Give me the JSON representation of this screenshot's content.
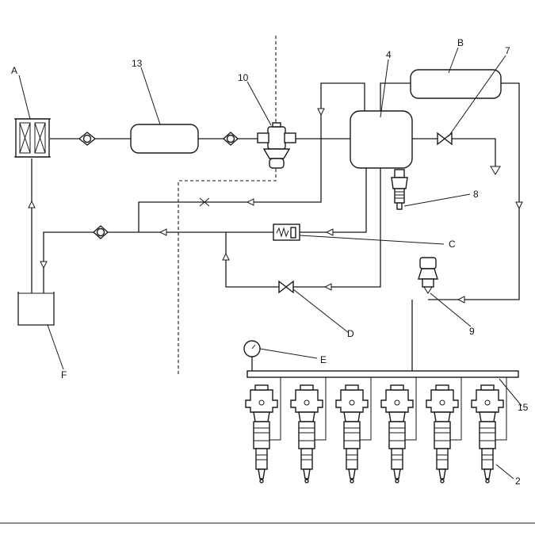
{
  "labels": {
    "A": "A",
    "B": "B",
    "C": "C",
    "D": "D",
    "E": "E",
    "F": "F",
    "n2": "2",
    "n4": "4",
    "n7": "7",
    "n8": "8",
    "n9": "9",
    "n10": "10",
    "n13": "13",
    "n15": "15"
  },
  "injector_count": 6
}
